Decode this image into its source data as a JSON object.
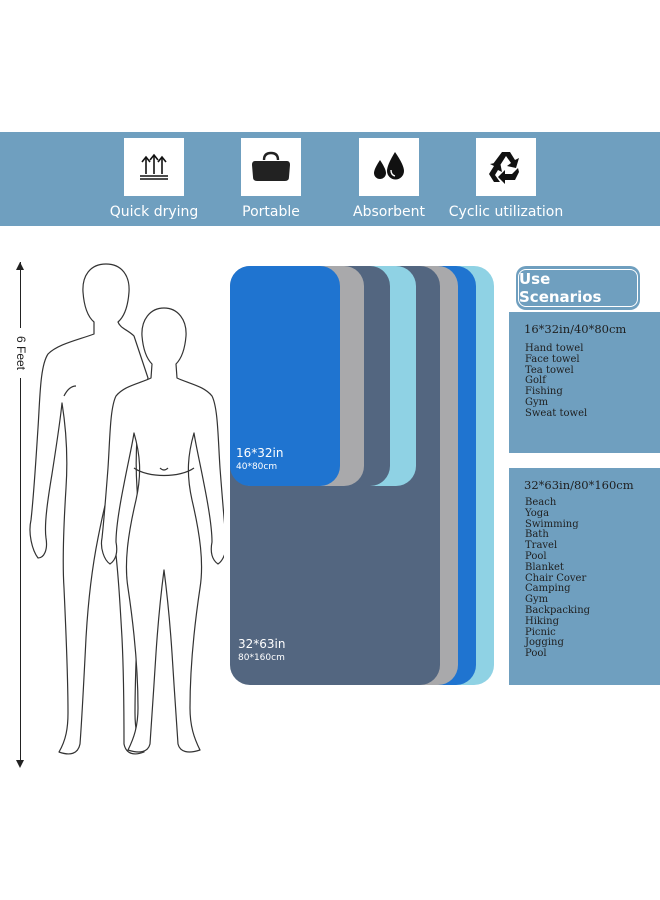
{
  "features": [
    {
      "icon": "quick-drying-icon",
      "label": "Quick drying"
    },
    {
      "icon": "bag-icon",
      "label": "Portable"
    },
    {
      "icon": "droplets-icon",
      "label": "Absorbent"
    },
    {
      "icon": "recycle-icon",
      "label": "Cyclic utilization"
    }
  ],
  "height_label": "6 Feet",
  "towels": {
    "small": {
      "size_in": "16*32in",
      "size_cm": "40*80cm"
    },
    "large": {
      "size_in": "32*63in",
      "size_cm": "80*160cm"
    }
  },
  "scenarios": {
    "title": "Use Scenarios",
    "small": {
      "size": "16*32in/40*80cm",
      "items": [
        "Hand towel",
        "Face towel",
        "Tea towel",
        "Golf",
        "Fishing",
        "Gym",
        "Sweat towel"
      ]
    },
    "large": {
      "size": "32*63in/80*160cm",
      "items": [
        "Beach",
        "Yoga",
        "Swimming",
        "Bath",
        "Travel",
        "Pool",
        "Blanket",
        "Chair Cover",
        "Camping",
        "Gym",
        "Backpacking",
        "Hiking",
        "Picnic",
        "Jogging",
        "Pool"
      ]
    }
  },
  "colors": {
    "banner": "#6f9fbf",
    "royal_blue": "#1f74d0",
    "slate": "#536680",
    "gray": "#a9a9ab",
    "light_blue": "#8fd2e4"
  }
}
